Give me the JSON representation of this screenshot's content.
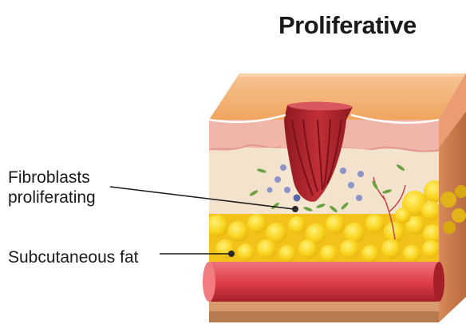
{
  "diagram": {
    "title": "Proliferative",
    "labels": {
      "fibroblasts_line1": "Fibroblasts",
      "fibroblasts_line2": "proliferating",
      "subcutaneous_fat": "Subcutaneous fat"
    }
  },
  "colors": {
    "epidermis": "#f2a766",
    "dermis_pink": "#efb3a8",
    "dermis_cream": "#f3e4cf",
    "scab": "#b3262e",
    "fat": "#f9d41e",
    "vessel": "#e0404a"
  }
}
